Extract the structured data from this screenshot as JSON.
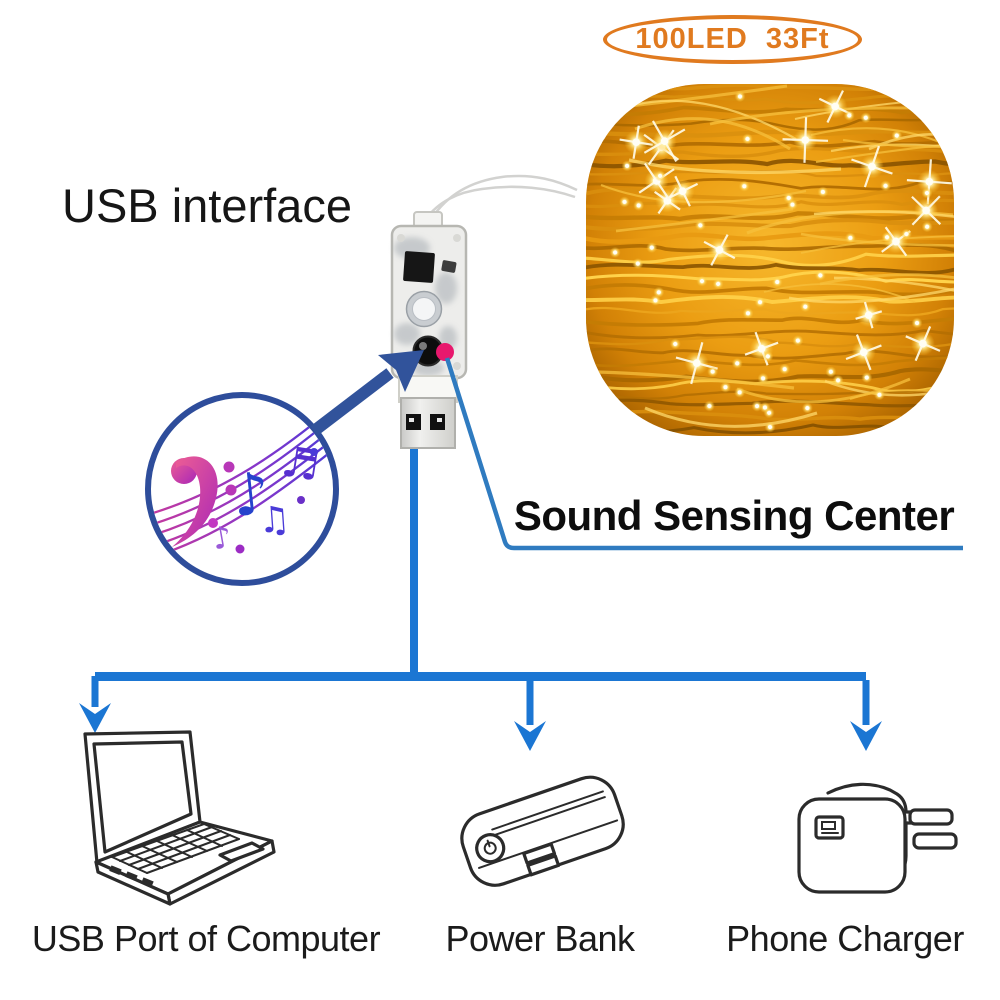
{
  "badge": {
    "text": "100LED  33Ft"
  },
  "headline": {
    "usb_interface": "USB interface"
  },
  "callout": {
    "sound_sensing": "Sound Sensing Center"
  },
  "power_options": [
    {
      "id": "computer",
      "label": "USB Port of Computer",
      "icon": "laptop-icon"
    },
    {
      "id": "power-bank",
      "label": "Power Bank",
      "icon": "power-bank-icon"
    },
    {
      "id": "phone-charger",
      "label": "Phone Charger",
      "icon": "phone-charger-icon"
    }
  ],
  "product": {
    "type": "USB copper wire LED string lights with sound sensing controller",
    "led_count": "100LED",
    "length": "33Ft"
  },
  "colors": {
    "badge_orange": "#e07a1f",
    "flow_blue": "#1b76d3",
    "arrow_navy": "#31539b",
    "circle_navy": "#2e4d9b",
    "callout_blue": "#2f7bc0",
    "magenta_dot": "#e8186d",
    "coil_gold": "#eca11d",
    "led_warm_white": "#fff6d8",
    "icon_line": "#2b2b2b"
  }
}
